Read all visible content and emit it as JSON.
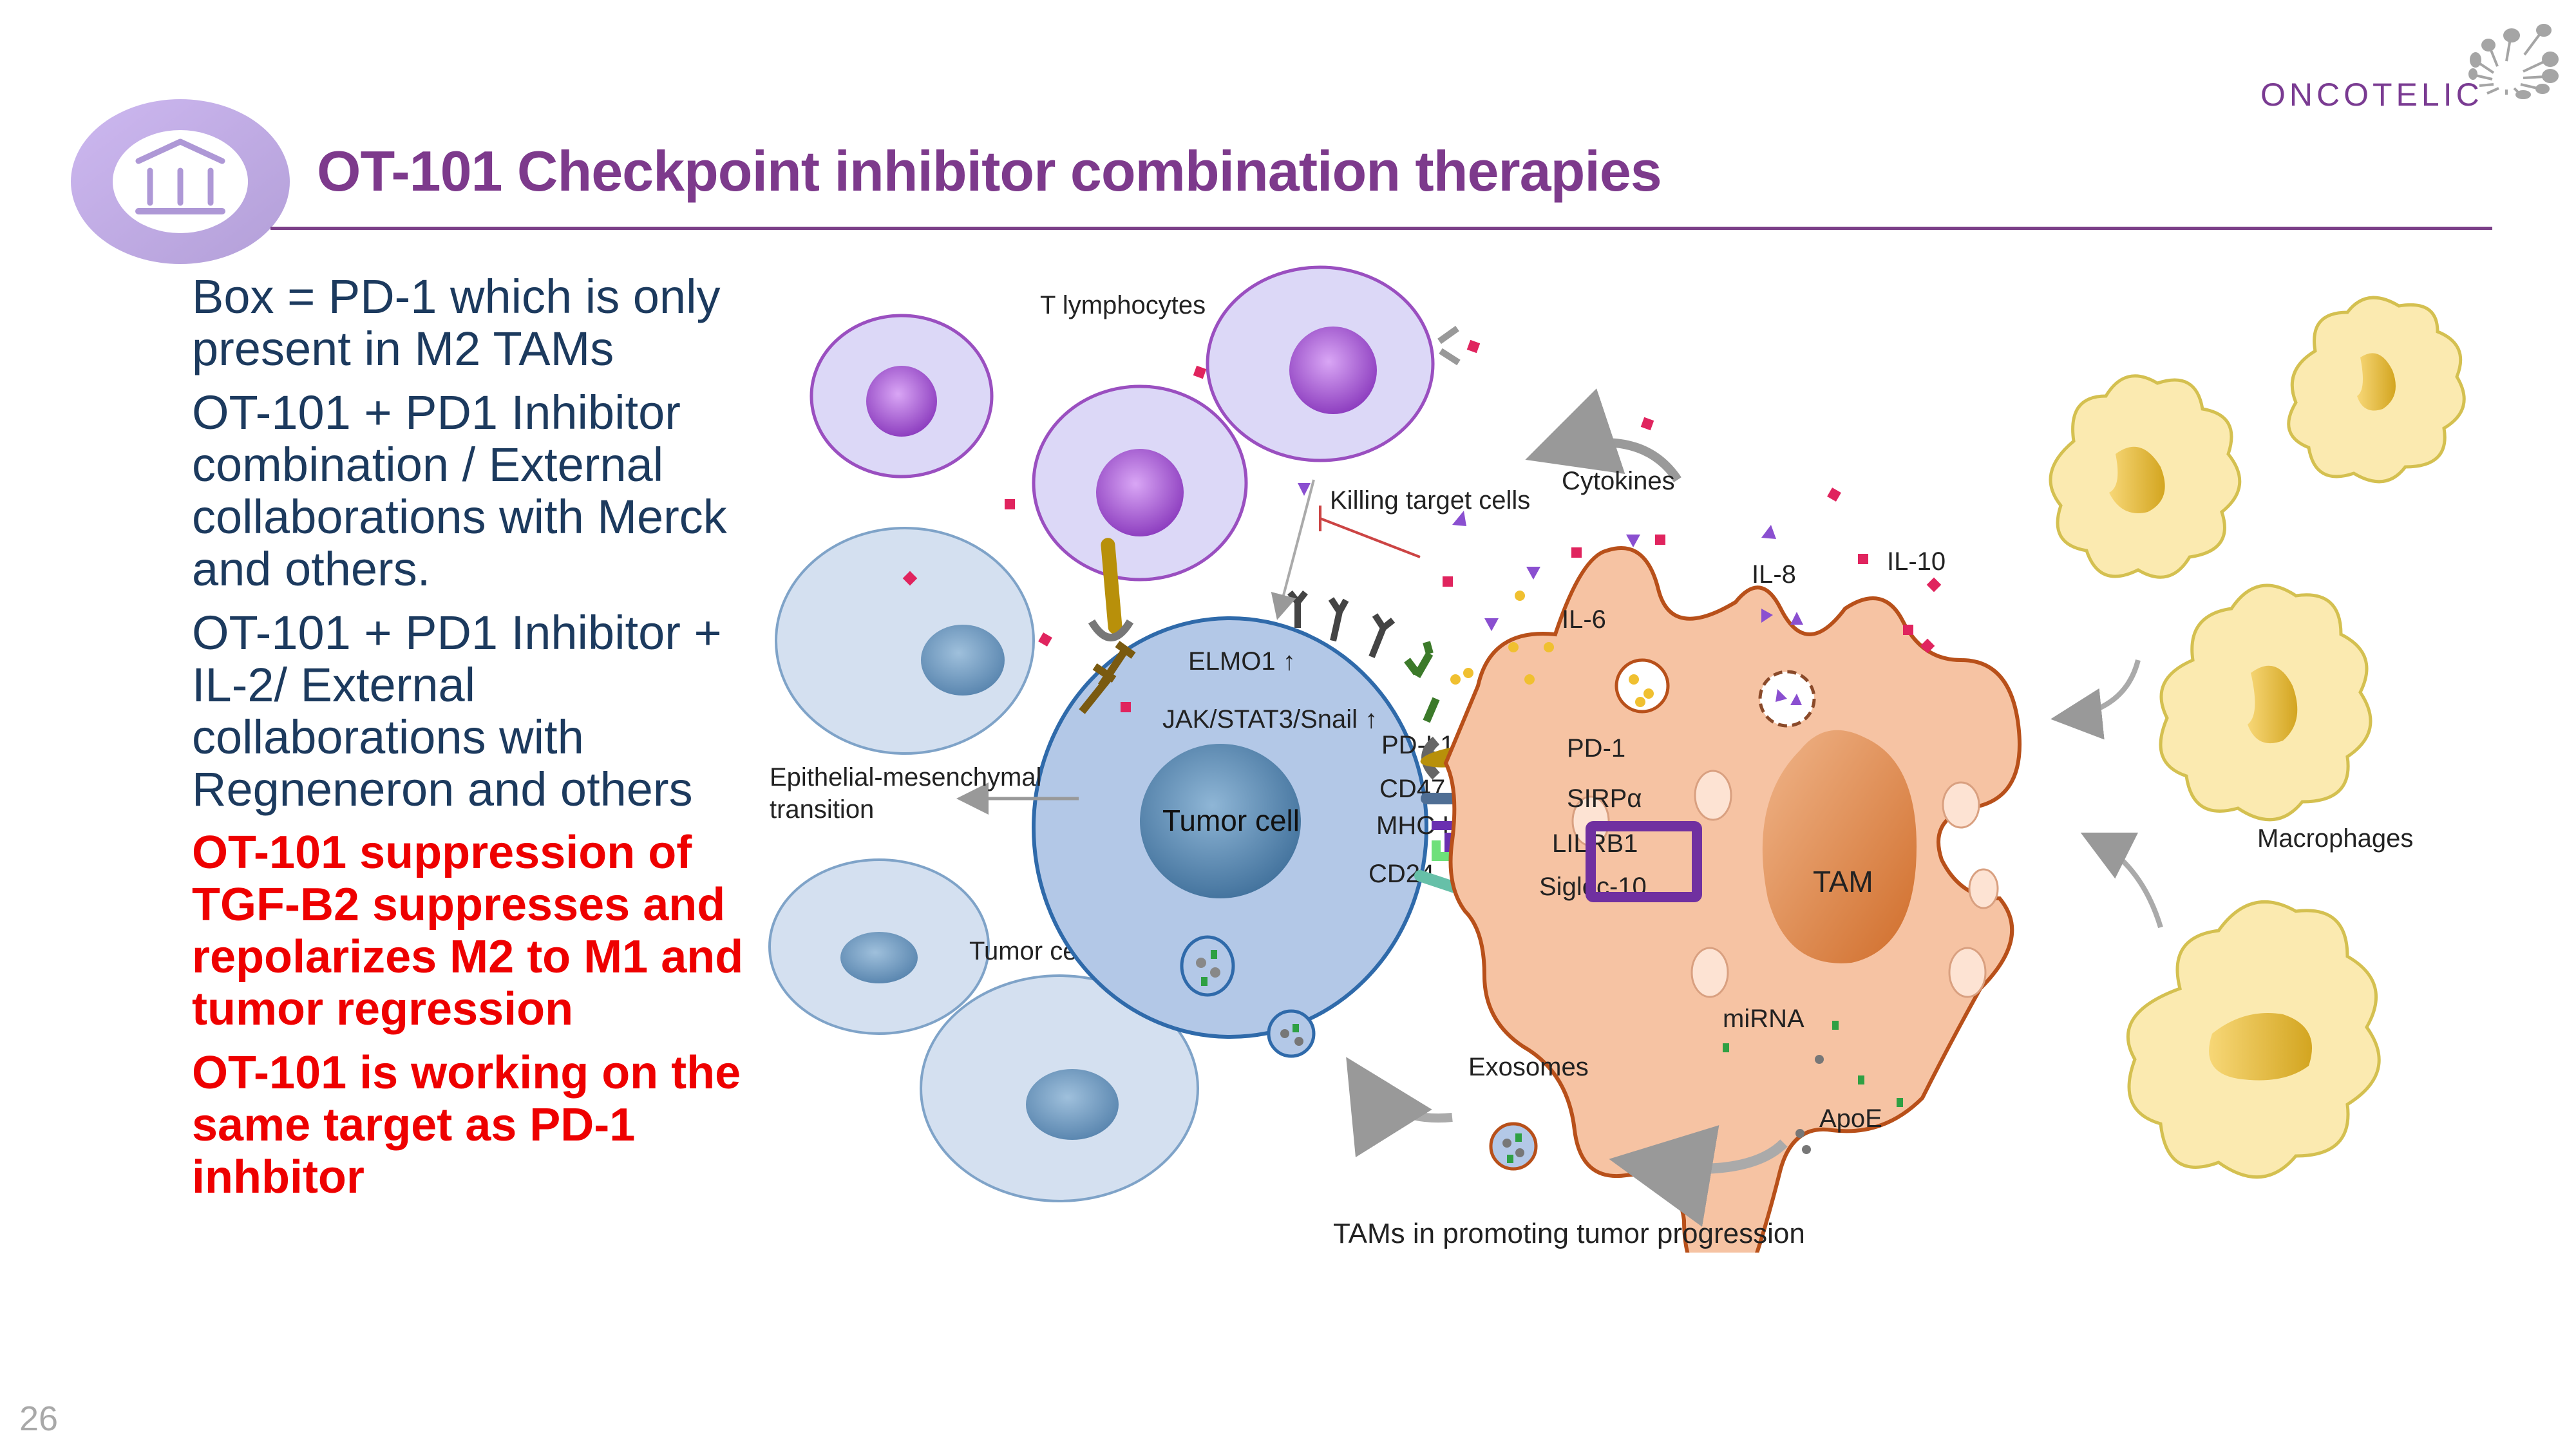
{
  "slide": {
    "title": "OT-101 Checkpoint inhibitor combination therapies",
    "title_icon": "institution-building-icon",
    "logo_text": "ONCOTELIC",
    "page_number": "26",
    "colors": {
      "title": "#7d3a8c",
      "body_text": "#1c3a5e",
      "highlight_text": "#ee0000",
      "highlight_box": "#7030a0"
    }
  },
  "bullets": [
    {
      "text": "Box = PD-1 which is only present in M2 TAMs",
      "style": "normal"
    },
    {
      "text": "OT-101 + PD1 Inhibitor combination / External collaborations with Merck and others.",
      "style": "normal"
    },
    {
      "text": "OT-101 + PD1 Inhibitor + IL-2/ External collaborations with Regneneron and others",
      "style": "normal"
    },
    {
      "text": "OT-101 suppression of TGF-B2 suppresses and repolarizes M2 to M1 and tumor regression",
      "style": "red"
    },
    {
      "text": "OT-101 is working on the same target as PD-1 inhbitor",
      "style": "red"
    }
  ],
  "diagram": {
    "caption": "TAMs in promoting tumor progression",
    "labels": {
      "t_lymphocytes": "T lymphocytes",
      "killing_target_cells": "Killing target cells",
      "cytokines": "Cytokines",
      "il6": "IL-6",
      "il8": "IL-8",
      "il10": "IL-10",
      "elmo1": "ELMO1 ↑",
      "jak_stat3": "JAK/STAT3/Snail ↑",
      "tumor_cell": "Tumor cell",
      "tumor_cells": "Tumor cells",
      "emt_line1": "Epithelial-mesenchymal",
      "emt_line2": "transition",
      "pd_l1": "PD-L1",
      "cd47": "CD47",
      "mhc1": "MHC I",
      "cd24": "CD24",
      "pd1": "PD-1",
      "sirpa": "SIRPα",
      "lilrb1": "LILRB1",
      "siglec10": "Siglec-10",
      "tam": "TAM",
      "macrophages": "Macrophages",
      "mirna": "miRNA",
      "exosomes": "Exosomes",
      "apoe": "ApoE"
    }
  }
}
